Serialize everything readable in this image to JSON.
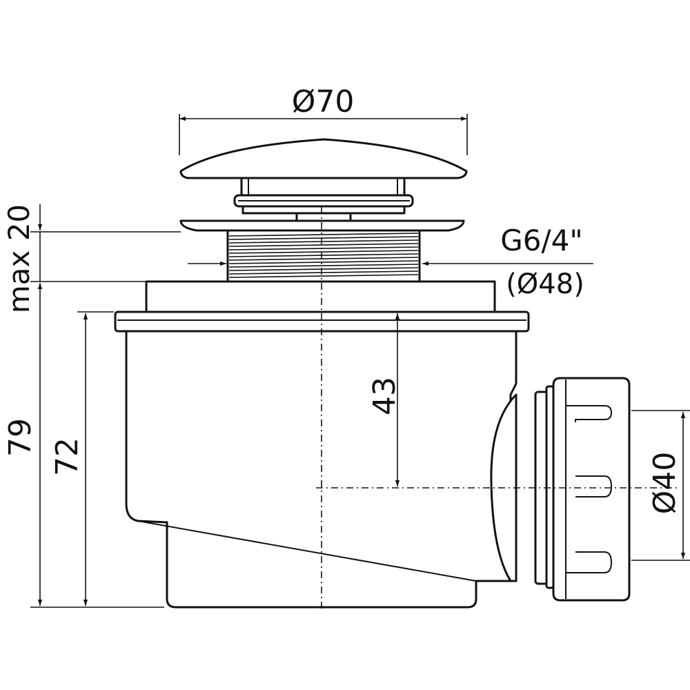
{
  "dimensions": {
    "top_diameter": "Ø70",
    "thread_spec": "G6/4\"",
    "thread_diameter": "(Ø48)",
    "max_height": "max 20",
    "total_height": "79",
    "body_height": "72",
    "outlet_height": "43",
    "outlet_diameter": "Ø40"
  },
  "colors": {
    "line": "#111111",
    "background": "#ffffff"
  }
}
